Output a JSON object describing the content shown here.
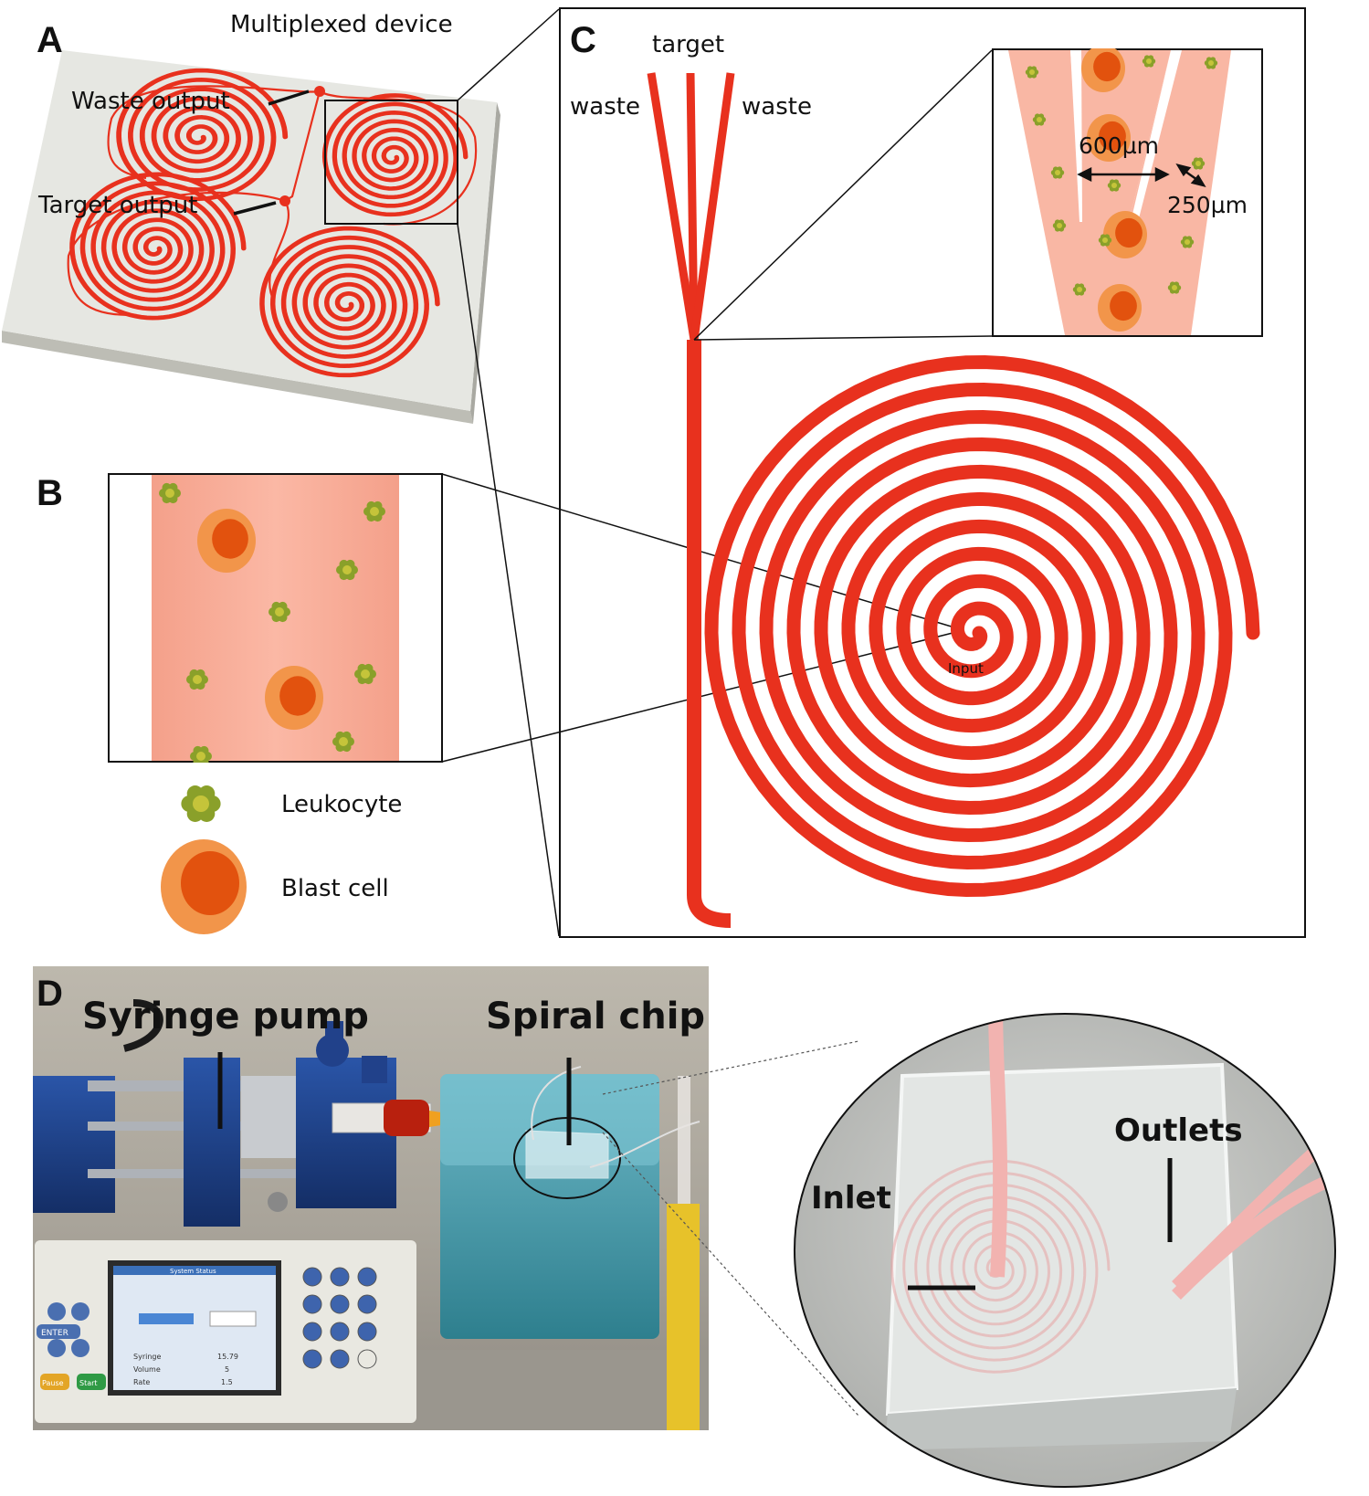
{
  "panels": {
    "a": "A",
    "b": "B",
    "c": "C",
    "d": "D"
  },
  "panel_a": {
    "title": "Multiplexed device",
    "waste_output": "Waste output",
    "target_output": "Target output"
  },
  "panel_c": {
    "target": "target",
    "waste_left": "waste",
    "waste_right": "waste",
    "input": "Input",
    "inset_dim_1": "600µm",
    "inset_dim_2": "250µm"
  },
  "legend": {
    "leukocyte": "Leukocyte",
    "blast_cell": "Blast cell"
  },
  "panel_d": {
    "syringe_pump": "Syringe pump",
    "spiral_chip": "Spiral chip",
    "outlets": "Outlets",
    "inlet": "Inlet",
    "screen": {
      "title": "System Status",
      "syringe": "Syringe",
      "syringe_value": "15.79",
      "volume": "Volume",
      "volume_value": "5",
      "rate": "Rate",
      "rate_value": "1.5",
      "keypad_enter": "ENTER",
      "pause": "Pause",
      "start": "Start"
    }
  },
  "colors": {
    "channel_red": "#e8311e",
    "fluid_pink": "#f7ab95",
    "leukocyte_green": "#8aa02a",
    "blast_orange": "#f2954a",
    "blast_core": "#e2520e",
    "chip_gray": "#e6e7e2",
    "pump_blue": "#1f3f8a"
  }
}
